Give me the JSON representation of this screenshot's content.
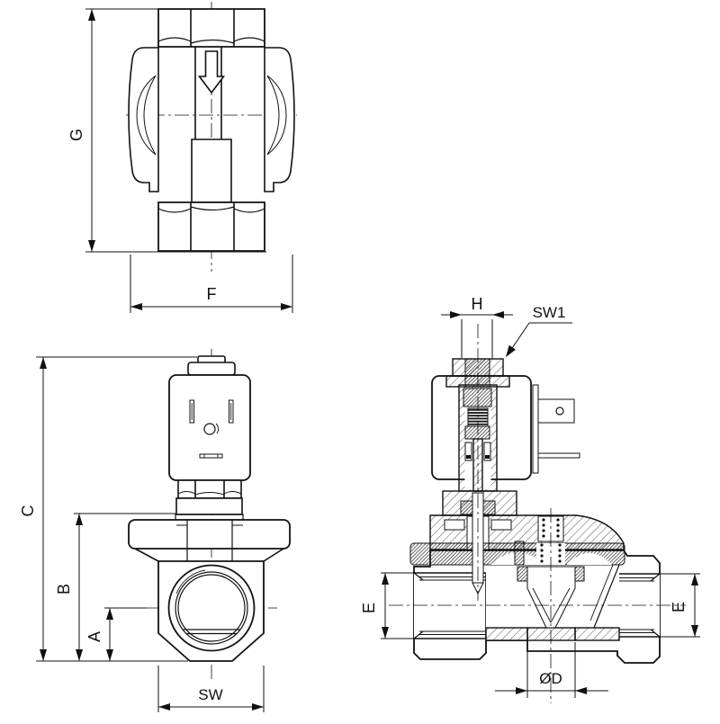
{
  "labels": {
    "g": "G",
    "f": "F",
    "c": "C",
    "b": "B",
    "a": "A",
    "sw": "SW",
    "h": "H",
    "sw1": "SW1",
    "e_left": "E",
    "e_right": "E",
    "od": "ØD"
  }
}
